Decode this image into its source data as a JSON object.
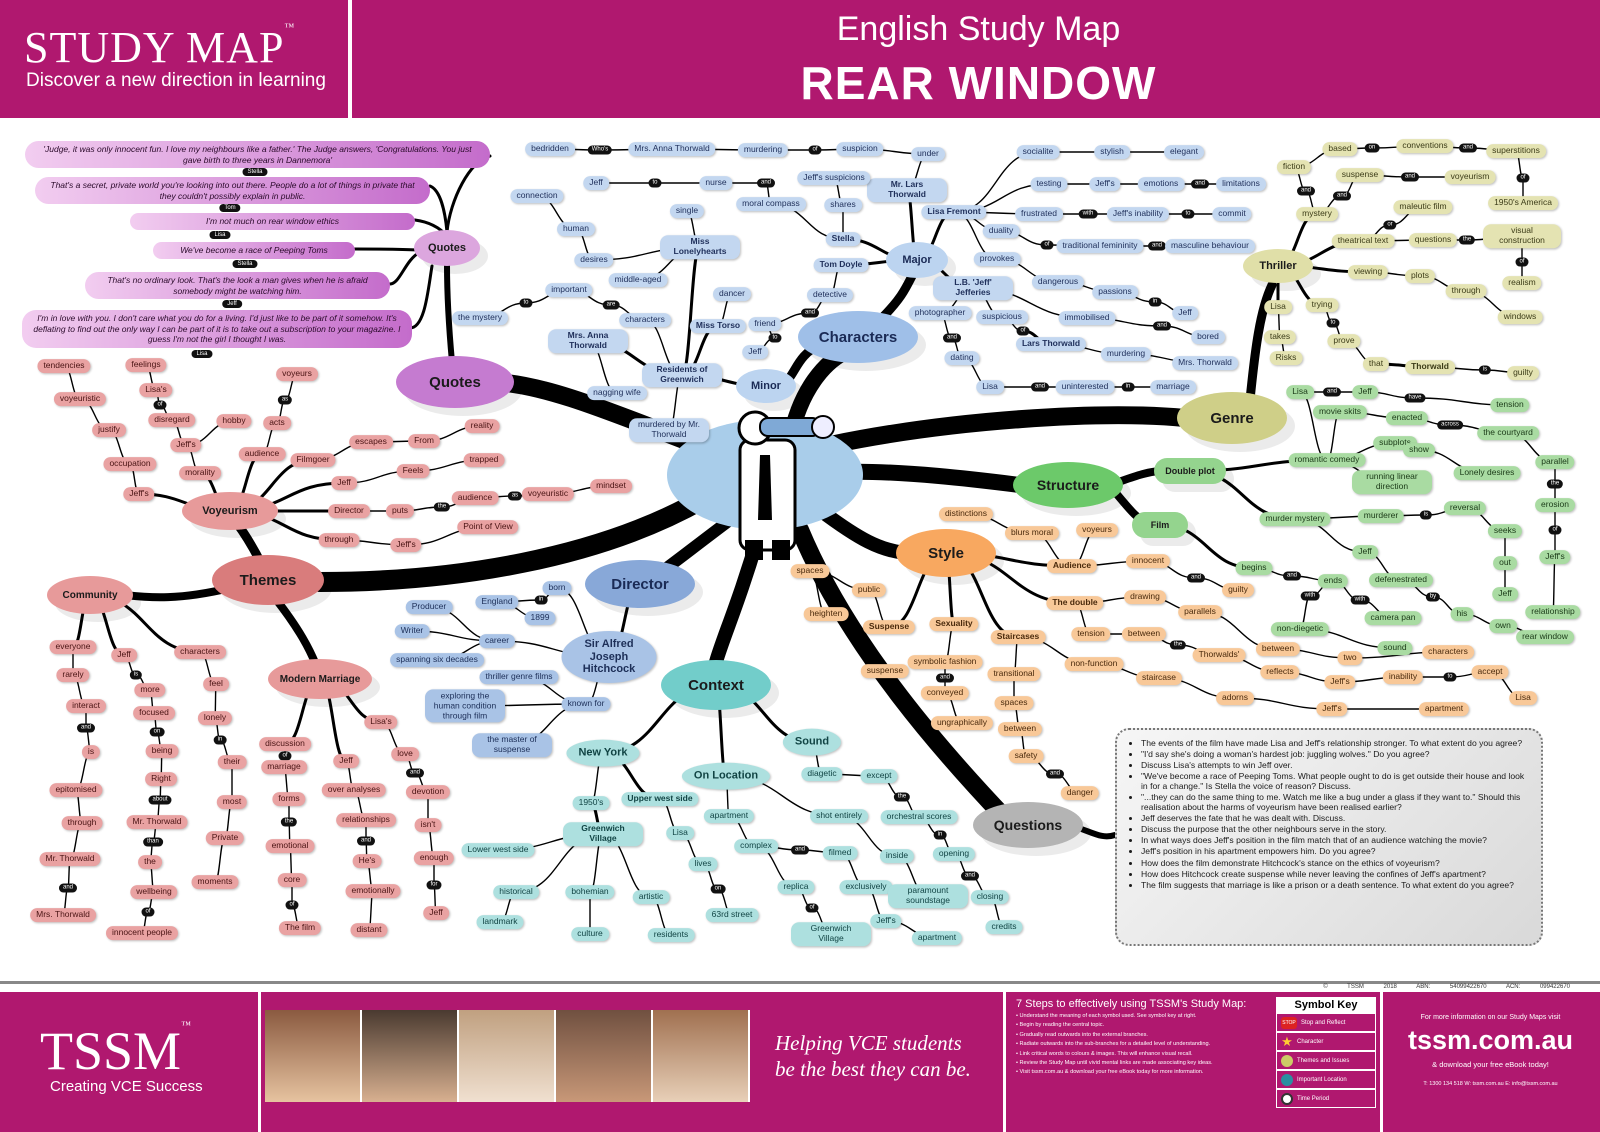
{
  "header": {
    "brand": "STUDY MAP",
    "tm": "™",
    "brand_tagline": "Discover a new direction in learning",
    "subtitle": "English Study Map",
    "title": "REAR WINDOW"
  },
  "quotes": [
    {
      "text": "'Judge, it was only innocent fun. I love my neighbours like a father.' The Judge answers, 'Congratulations. You just gave birth to three years in Dannemora'",
      "speaker": "Stella"
    },
    {
      "text": "That's a secret, private world you're looking into out there. People do a lot of things in private that they couldn't possibly explain in public.",
      "speaker": "Tom"
    },
    {
      "text": "I'm not much on rear window ethics",
      "speaker": "Lisa"
    },
    {
      "text": "We've become a race of Peeping Toms",
      "speaker": "Stella"
    },
    {
      "text": "That's no ordinary look. That's the look a man gives when he is afraid somebody might be watching him.",
      "speaker": "Jeff"
    },
    {
      "text": "I'm in love with you. I don't care what you do for a living. I'd just like to be part of it somehow. It's deflating to find out the only way I can be part of it is to take out a subscription to your magazine. I guess I'm not the girl I thought I was.",
      "speaker": "Lisa"
    }
  ],
  "map": {
    "hubs": {
      "quotes_top": "Quotes",
      "quotes": "Quotes",
      "characters": "Characters",
      "major": "Major",
      "minor": "Minor",
      "genre": "Genre",
      "thriller": "Thriller",
      "structure": "Structure",
      "double_plot": "Double plot",
      "film": "Film",
      "style": "Style",
      "questions": "Questions",
      "context": "Context",
      "director": "Director",
      "themes": "Themes",
      "voyeurism": "Voyeurism",
      "community": "Community",
      "modern_marriage": "Modern Marriage"
    },
    "groups": {
      "major": [
        "Mr. Lars Thorwald",
        "under",
        "suspicion",
        "of",
        "murdering",
        "Mrs. Anna Thorwald",
        "Who's",
        "bedridden",
        "Stella",
        "shares",
        "Jeff's suspicions",
        "moral compass",
        "and",
        "nurse",
        "to",
        "Jeff",
        "Tom Doyle",
        "detective",
        "and",
        "friend",
        "to",
        "Jeff",
        "Lisa Fremont",
        "socialite",
        "stylish",
        "elegant",
        "testing",
        "Jeff's",
        "emotions",
        "and",
        "limitations",
        "frustrated",
        "with",
        "Jeff's inability",
        "to",
        "commit",
        "duality",
        "of",
        "traditional femininity",
        "and",
        "masculine behaviour",
        "provokes",
        "dangerous",
        "passions",
        "in",
        "Jeff",
        "L.B. 'Jeff' Jefferies",
        "photographer",
        "and",
        "dating",
        "Lisa",
        "and",
        "uninterested",
        "in",
        "marriage",
        "suspicious",
        "of",
        "Lars Thorwald",
        "murdering",
        "Mrs. Thorwald",
        "immobilised",
        "and",
        "bored"
      ],
      "minor": [
        "Residents of Greenwich",
        "Miss Lonelyhearts",
        "single",
        "desires",
        "human",
        "connection",
        "middle-aged",
        "Miss Torso",
        "dancer",
        "characters",
        "are",
        "important",
        "to",
        "the mystery",
        "Mrs. Anna Thorwald",
        "nagging wife",
        "murdered by Mr. Thorwald"
      ],
      "thriller": [
        "mystery",
        "and",
        "fiction",
        "based",
        "on",
        "conventions",
        "and",
        "superstitions",
        "of",
        "1950's America",
        "and",
        "suspense",
        "and",
        "voyeurism",
        "theatrical text",
        "or",
        "maleutic film",
        "questions",
        "the",
        "visual construction",
        "of",
        "realism",
        "viewing",
        "plots",
        "through",
        "windows",
        "Lisa",
        "takes",
        "Risks",
        "trying",
        "to",
        "prove",
        "that",
        "Thorwald",
        "is",
        "guilty"
      ],
      "double_plot": [
        "romantic comedy",
        "Lisa",
        "and",
        "Jeff",
        "have",
        "tension",
        "movie skits",
        "enacted",
        "across",
        "the courtyard",
        "subplots",
        "show",
        "Lonely desires",
        "running linear direction",
        "murder mystery",
        "murderer",
        "is",
        "reversal",
        "seeks",
        "out",
        "Jeff",
        "Jeff",
        "defenestrated",
        "by",
        "his",
        "own",
        "rear window",
        "parallel",
        "the",
        "erosion",
        "of",
        "Jeff's",
        "relationship"
      ],
      "film": [
        "begins",
        "and",
        "ends",
        "with",
        "non-diegetic",
        "sound",
        "with",
        "camera pan"
      ],
      "style": [
        "Audience",
        "blurs moral",
        "distinctions",
        "voyeurs",
        "innocent",
        "and",
        "guilty",
        "The double",
        "drawing",
        "parallels",
        "between",
        "two",
        "characters",
        "tension",
        "between",
        "the",
        "Thorwalds'",
        "reflects",
        "Jeff's",
        "inability",
        "to",
        "accept",
        "Lisa",
        "Staircases",
        "non-function",
        "staircase",
        "adorns",
        "Jeff's",
        "apartment",
        "transitional",
        "spaces",
        "between",
        "safety",
        "and",
        "danger",
        "Sexuality",
        "symbolic fashion",
        "and",
        "conveyed",
        "ungraphically",
        "Suspense",
        "public",
        "spaces",
        "heighten",
        "suspense"
      ],
      "context": [
        "New York",
        "1950's",
        "Greenwich Village",
        "Lower west side",
        "historical",
        "landmark",
        "bohemian",
        "culture",
        "artistic",
        "residents",
        "Upper west side",
        "Lisa",
        "lives",
        "on",
        "63rd street",
        "On Location",
        "apartment",
        "complex",
        "and",
        "filmed",
        "replica",
        "of",
        "Greenwich Village",
        "exclusively",
        "Jeff's",
        "apartment",
        "shot entirely",
        "inside",
        "paramount soundstage",
        "Sound",
        "diagetic",
        "except",
        "the",
        "orchestral scores",
        "in",
        "opening",
        "and",
        "closing",
        "credits"
      ],
      "director": [
        "Sir Alfred Joseph Hitchcock",
        "born",
        "in",
        "England",
        "1899",
        "career",
        "Producer",
        "Writer",
        "spanning six decades",
        "known for",
        "thriller genre films",
        "exploring the human condition through film",
        "the master of suspense"
      ],
      "voyeurism": [
        "Jeff's",
        "occupation",
        "justify",
        "voyeuristic",
        "tendencies",
        "morality",
        "Jeff's",
        "disregard",
        "of",
        "Lisa's",
        "feelings",
        "hobby",
        "audience",
        "acts",
        "as",
        "voyeurs",
        "Filmgoer",
        "escapes",
        "From",
        "reality",
        "Jeff",
        "Feels",
        "trapped",
        "Director",
        "puts",
        "the",
        "audience",
        "as",
        "voyeuristic",
        "mindset",
        "through",
        "Jeff's",
        "Point of View"
      ],
      "community": [
        "everyone",
        "rarely",
        "interact",
        "and",
        "is",
        "epitomised",
        "through",
        "Mr. Thorwald",
        "and",
        "Mrs. Thorwald",
        "Jeff",
        "is",
        "more",
        "focused",
        "on",
        "being",
        "Right",
        "about",
        "Mr. Thorwald",
        "than",
        "the",
        "wellbeing",
        "of",
        "innocent people",
        "characters",
        "feel",
        "lonely",
        "in",
        "their",
        "most",
        "Private",
        "moments"
      ],
      "modern_marriage": [
        "discussion",
        "of",
        "marriage",
        "forms",
        "the",
        "emotional",
        "core",
        "of",
        "The film",
        "Jeff",
        "over analyses",
        "relationships",
        "and",
        "He's",
        "emotionally",
        "distant",
        "Lisa's",
        "love",
        "and",
        "devotion",
        "isn't",
        "enough",
        "for",
        "Jeff"
      ]
    }
  },
  "questions": [
    "The events of the film have made Lisa and Jeff's relationship stronger. To what extent do you agree?",
    "\"I'd say she's doing a woman's hardest job: juggling wolves.\" Do you agree?",
    "Discuss Lisa's attempts to win Jeff over.",
    "\"We've become a race of Peeping Toms. What people ought to do is get outside their house and look in for a change.\" Is Stella the voice of reason? Discuss.",
    "\"...they can do the same thing to me. Watch me like a bug under a glass if they want to.\" Should this realisation about the harms of voyeurism have been realised earlier?",
    "Jeff deserves the fate that he was dealt with. Discuss.",
    "Discuss the purpose that the other neighbours serve in the story.",
    "In what ways does Jeff's position in the film match that of an audience watching the movie?",
    "Jeff's position in his apartment empowers him. Do you agree?",
    "How does the film demonstrate Hitchcock's stance on the ethics of voyeurism?",
    "How does Hitchcock create suspense while never leaving the confines of Jeff's apartment?",
    "The film suggests that marriage is like a prison or a death sentence. To what extent do you agree?"
  ],
  "footer": {
    "copyright": "© TSSM 2018",
    "abn": "ABN: 54099422670",
    "acn": "ACN: 099422670",
    "logo": "TSSM",
    "logo_tm": "™",
    "logo_tagline": "Creating VCE Success",
    "slogan_1": "Helping VCE students",
    "slogan_2": "be the best they can be.",
    "steps_title": "7 Steps to effectively using TSSM's Study Map:",
    "steps": [
      "Understand the meaning of each symbol used. See symbol key at right.",
      "Begin by reading the central topic.",
      "Gradually read outwards into the external branches.",
      "Radiate outwards into the sub-branches for a detailed level of understanding.",
      "Link critical words to colours & images. This will enhance visual recall.",
      "Review the Study Map until vivid mental links are made associating key ideas.",
      "Visit tssm.com.au & download your free eBook today for more information."
    ],
    "symbol_key_title": "Symbol Key",
    "symbols": [
      {
        "icon": "stop-sign",
        "label": "Stop and Reflect",
        "mark": "STOP"
      },
      {
        "icon": "star",
        "label": "Character"
      },
      {
        "icon": "lightbulb",
        "label": "Themes and Issues"
      },
      {
        "icon": "globe",
        "label": "Important Location"
      },
      {
        "icon": "clock",
        "label": "Time Period"
      }
    ],
    "info": "For more information on our Study Maps visit",
    "site": "tssm.com.au",
    "download": "& download your free eBook today!",
    "contact": "T: 1300 134 518   W: tssm.com.au   E: info@tssm.com.au"
  }
}
